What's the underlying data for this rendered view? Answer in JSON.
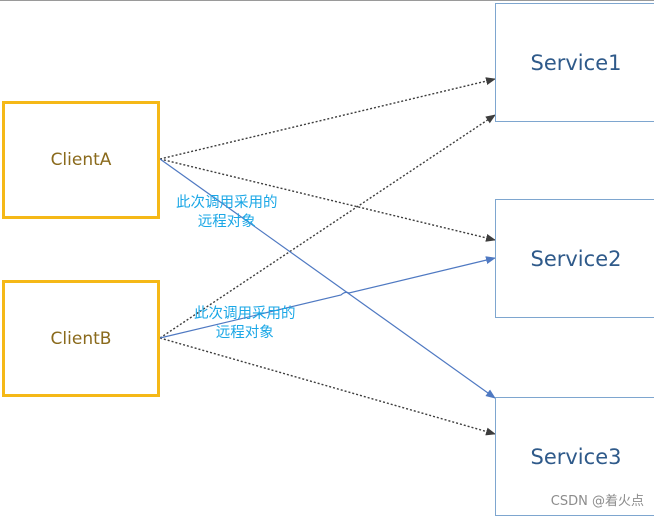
{
  "clients": [
    {
      "id": "a",
      "label": "ClientA"
    },
    {
      "id": "b",
      "label": "ClientB"
    }
  ],
  "services": [
    {
      "id": "1",
      "label": "Service1"
    },
    {
      "id": "2",
      "label": "Service2"
    },
    {
      "id": "3",
      "label": "Service3"
    }
  ],
  "annotations": [
    {
      "line1": "此次调用采用的",
      "line2": "远程对象"
    },
    {
      "line1": "此次调用采用的",
      "line2": "远程对象"
    }
  ],
  "watermark": "CSDN @着火点",
  "colors": {
    "client_border": "#f5b817",
    "service_border": "#7ea6cf",
    "dotted_arrow": "#3d3d3d",
    "active_arrow": "#4f79c2",
    "annotation_text": "#1aa7e6"
  }
}
